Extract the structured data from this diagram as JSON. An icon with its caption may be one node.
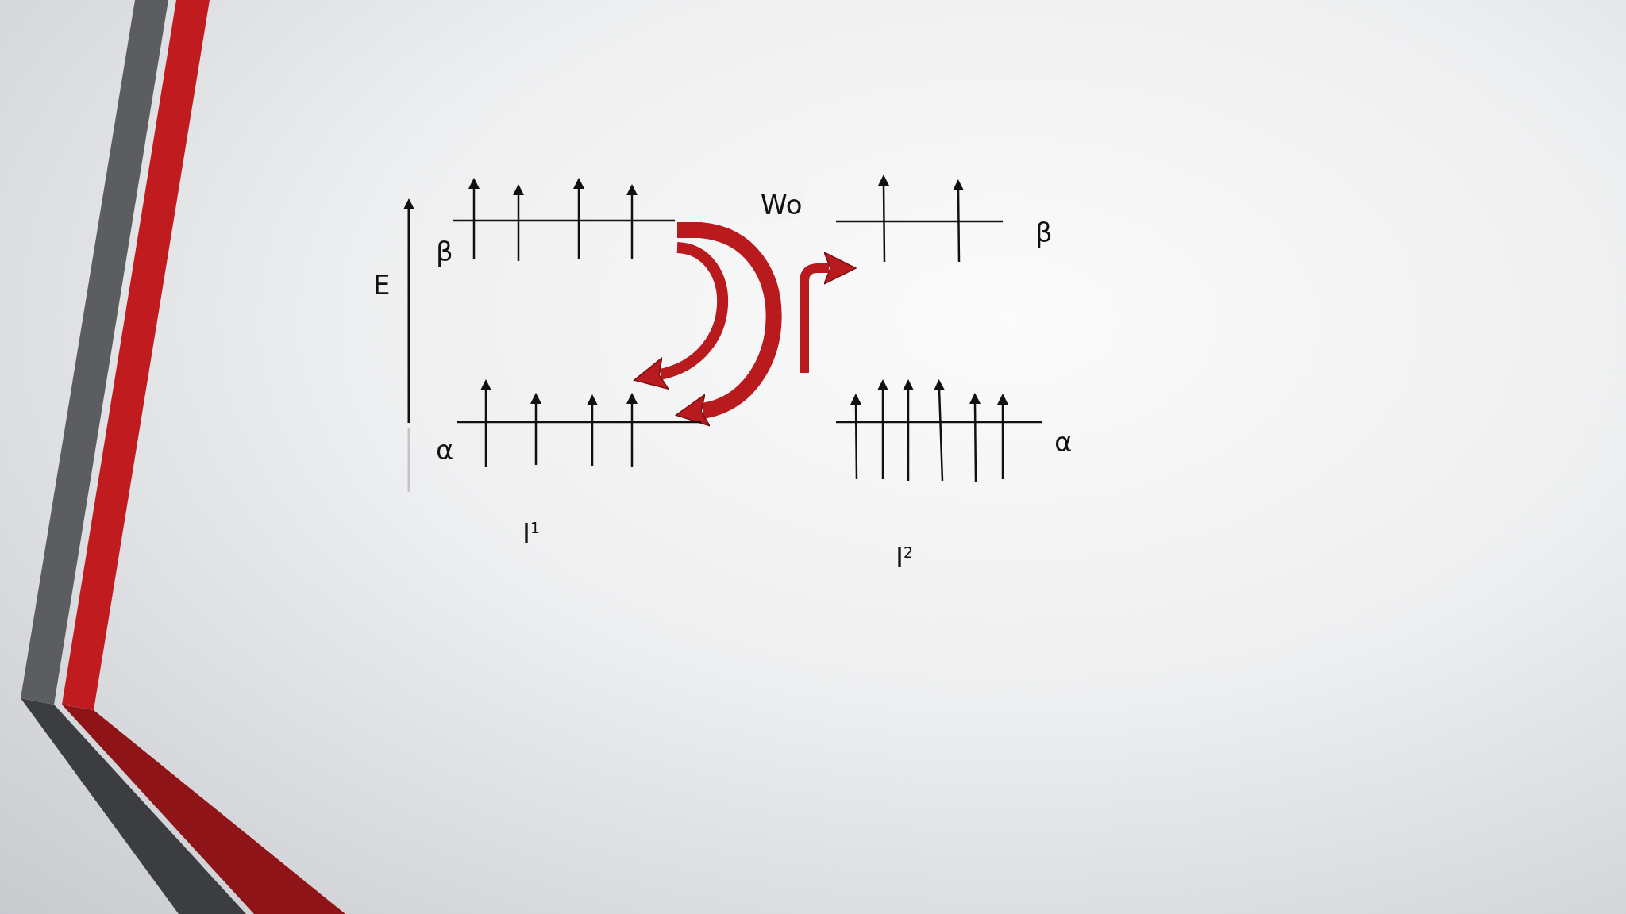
{
  "diagram": {
    "nodes": [
      {
        "text": [
          "β"
        ]
      },
      {
        "text": [
          "α"
        ]
      },
      {
        "text": [
          "β"
        ]
      },
      {
        "text": [
          "α"
        ]
      }
    ],
    "edges": [
      {
        "from": 0,
        "to": 1,
        "arrow": "to"
      },
      {
        "from": 0,
        "to": 1,
        "arrow": "to",
        "label": "Wo"
      },
      {
        "from": 3,
        "to": 2,
        "arrow": "to"
      }
    ],
    "labels": [
      "E",
      "I$^{1}$",
      "I$^{2}$"
    ]
  }
}
